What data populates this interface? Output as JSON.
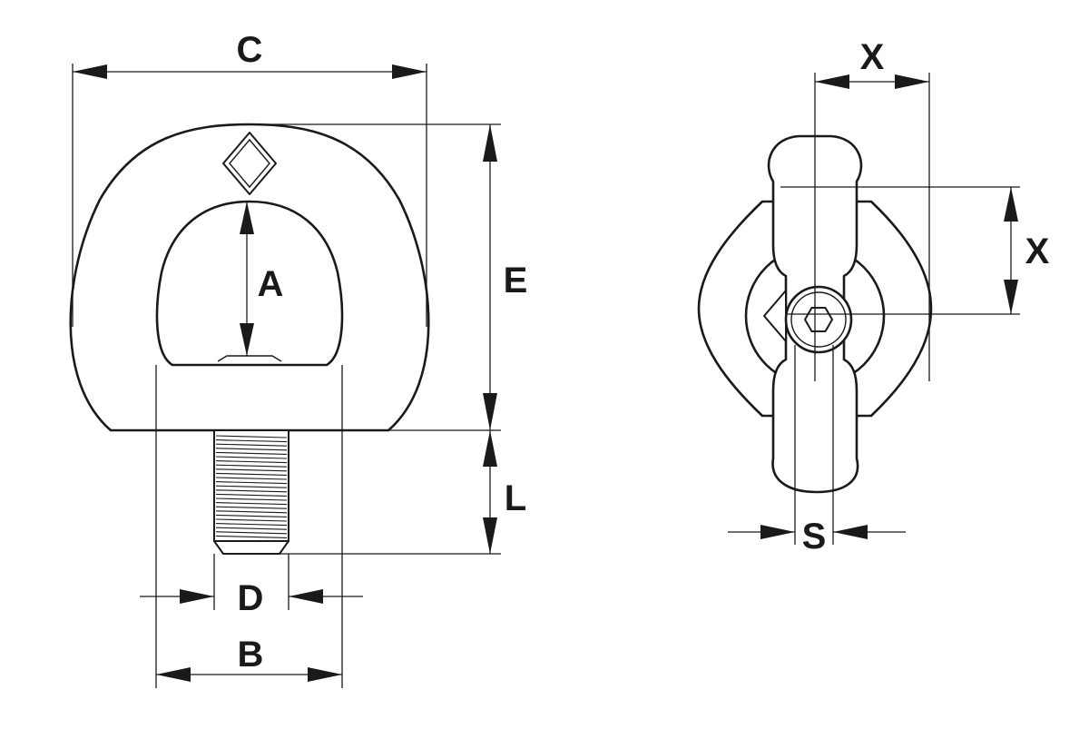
{
  "labels": {
    "A": "A",
    "B": "B",
    "C": "C",
    "D": "D",
    "E": "E",
    "L": "L",
    "S": "S",
    "X_top": "X",
    "X_right": "X"
  },
  "colors": {
    "line": "#1a1a1a",
    "background": "#ffffff"
  }
}
